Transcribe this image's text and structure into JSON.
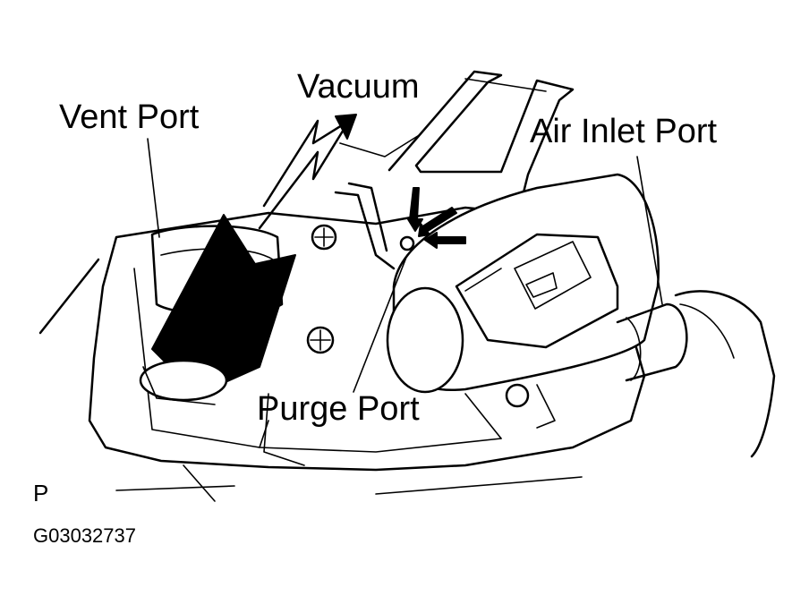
{
  "diagram": {
    "labels": {
      "vacuum": "Vacuum",
      "vent_port": "Vent Port",
      "air_inlet_port": "Air Inlet Port",
      "purge_port": "Purge Port",
      "view_marker": "P",
      "figure_code": "G03032737"
    },
    "colors": {
      "ink": "#000000",
      "background": "#ffffff"
    }
  }
}
